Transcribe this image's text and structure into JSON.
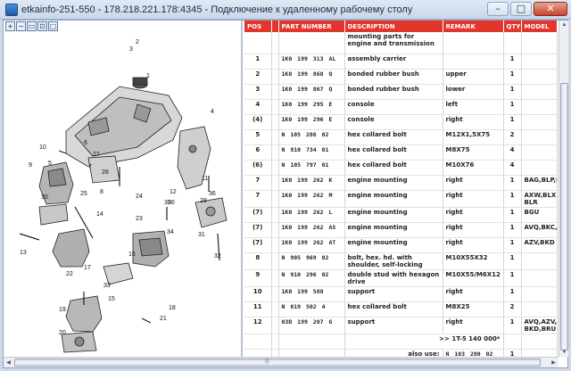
{
  "window": {
    "title": "etkainfo-251-550 - 178.218.221.178:4345 - Подключение к удаленному рабочему столу",
    "min": "–",
    "max": "□",
    "close": "✕"
  },
  "zoom_toolbar": [
    {
      "name": "zoom-in-icon",
      "glyph": "+"
    },
    {
      "name": "zoom-out-icon",
      "glyph": "−"
    },
    {
      "name": "zoom-fit-icon",
      "glyph": "▭"
    },
    {
      "name": "zoom-window-icon",
      "glyph": "⊡"
    },
    {
      "name": "zoom-reset-icon",
      "glyph": "▢"
    }
  ],
  "drawing_callouts": [
    "1",
    "2",
    "3",
    "4",
    "5",
    "6",
    "7",
    "8",
    "9",
    "10",
    "11",
    "12",
    "13",
    "14",
    "15",
    "16",
    "17",
    "18",
    "19",
    "20",
    "21",
    "22",
    "23",
    "24",
    "25",
    "26",
    "27",
    "28",
    "29",
    "30",
    "31",
    "32",
    "33",
    "34",
    "35",
    "36"
  ],
  "table": {
    "headers": [
      "POS",
      "",
      "PART NUMBER",
      "DESCRIPTION",
      "REMARK",
      "QTY",
      "MODEL"
    ],
    "rows": [
      {
        "pos": "",
        "part": "",
        "desc": "mounting parts for engine and transmission",
        "remark": "",
        "qty": "",
        "model": ""
      },
      {
        "pos": "1",
        "part": "1K0  199  313 AL",
        "desc": "assembly carrier",
        "remark": "",
        "qty": "1",
        "model": ""
      },
      {
        "pos": "2",
        "part": "1K0  199  868 Q",
        "desc": "bonded rubber bush",
        "remark": "upper",
        "qty": "1",
        "model": ""
      },
      {
        "pos": "3",
        "part": "1K0  199  867 Q",
        "desc": "bonded rubber bush",
        "remark": "lower",
        "qty": "1",
        "model": ""
      },
      {
        "pos": "4",
        "part": "1K0  199  295 E",
        "desc": "console",
        "remark": "left",
        "qty": "1",
        "model": ""
      },
      {
        "pos": "(4)",
        "part": "1K0  199  296 E",
        "desc": "console",
        "remark": "right",
        "qty": "1",
        "model": ""
      },
      {
        "pos": "5",
        "part": "N    105  286 02",
        "desc": "hex collared bolt",
        "remark": "M12X1,5X75",
        "qty": "2",
        "model": ""
      },
      {
        "pos": "6",
        "part": "N    910  734 01",
        "desc": "hex collared bolt",
        "remark": "M8X75",
        "qty": "4",
        "model": ""
      },
      {
        "pos": "(6)",
        "part": "N    105  797 01",
        "desc": "hex collared bolt",
        "remark": "M10X76",
        "qty": "4",
        "model": ""
      },
      {
        "pos": "7",
        "part": "1K0  199  262 K",
        "desc": "engine mounting",
        "remark": "right",
        "qty": "1",
        "model": "BAG,BLP,BLF"
      },
      {
        "pos": "7",
        "part": "1K0  199  262 M",
        "desc": "engine mounting",
        "remark": "right",
        "qty": "1",
        "model": "AXW,BLX,BLY, BLR"
      },
      {
        "pos": "(7)",
        "part": "1K0  199  262 L",
        "desc": "engine mounting",
        "remark": "right",
        "qty": "1",
        "model": "BGU"
      },
      {
        "pos": "(7)",
        "part": "1K0  199  262 AS",
        "desc": "engine mounting",
        "remark": "right",
        "qty": "1",
        "model": "AVQ,BKC,BRU"
      },
      {
        "pos": "(7)",
        "part": "1K0  199  262 AT",
        "desc": "engine mounting",
        "remark": "right",
        "qty": "1",
        "model": "AZV,BKD"
      },
      {
        "pos": "8",
        "part": "N    905  969 02",
        "desc": "bolt, hex. hd. with shoulder, self-locking",
        "remark": "M10X55X32",
        "qty": "1",
        "model": ""
      },
      {
        "pos": "9",
        "part": "N    910  296 02",
        "desc": "double stud with hexagon drive",
        "remark": "M10X55/M6X12",
        "qty": "1",
        "model": ""
      },
      {
        "pos": "10",
        "part": "1K0  199  588",
        "desc": "support",
        "remark": "right",
        "qty": "1",
        "model": ""
      },
      {
        "pos": "11",
        "part": "N    019  502 4",
        "desc": "hex collared bolt",
        "remark": "M8X25",
        "qty": "2",
        "model": ""
      },
      {
        "pos": "12",
        "part": "03D  199  207 G",
        "desc": "support",
        "remark": "right",
        "qty": "1",
        "model": "AVQ,AZV,BKC, BKD,BRU"
      }
    ],
    "footnote_ref": ">> 1T-5 140 000*",
    "also_use_label": "also use:",
    "also_use_value": "N    103 280 02",
    "also_use_qty": "1"
  }
}
